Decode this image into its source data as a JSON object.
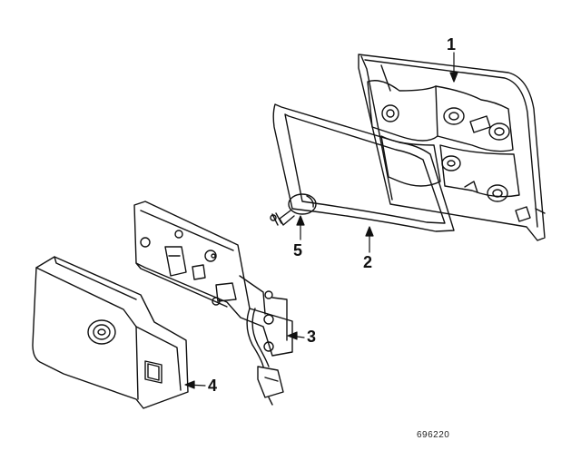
{
  "diagram": {
    "callouts": [
      {
        "id": "1",
        "label": "1"
      },
      {
        "id": "2",
        "label": "2"
      },
      {
        "id": "3",
        "label": "3"
      },
      {
        "id": "4",
        "label": "4"
      },
      {
        "id": "5",
        "label": "5"
      }
    ],
    "reference_code": "696220",
    "colors": {
      "ink": "#111111",
      "paper": "#ffffff"
    }
  }
}
